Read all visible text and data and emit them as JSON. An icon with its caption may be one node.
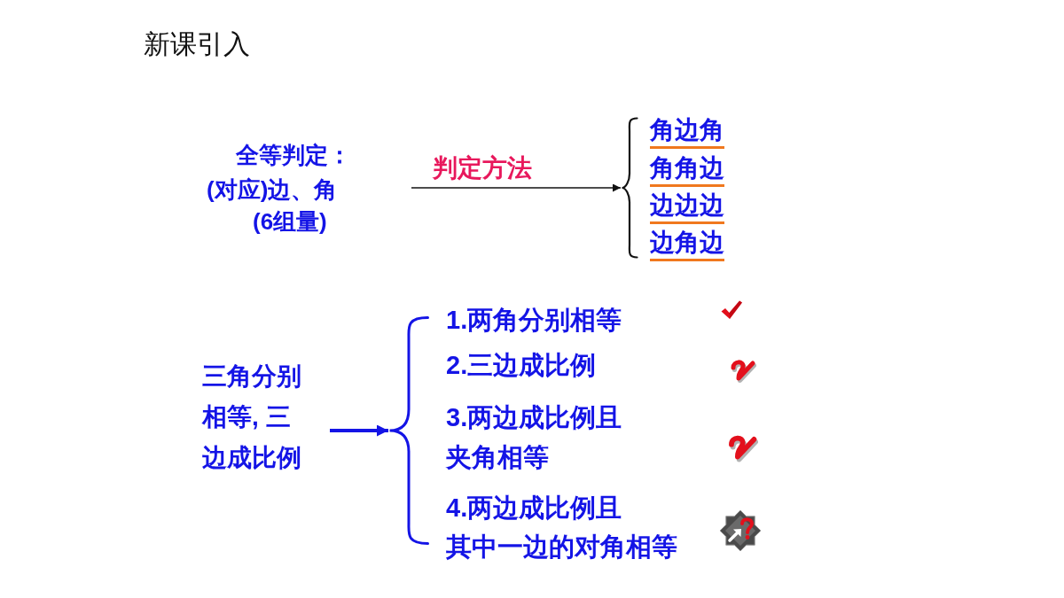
{
  "diagram": {
    "title": "新课引入",
    "nodes": [
      {
        "text": [
          "全等判定：",
          "(对应)边、角",
          "(6组量)"
        ]
      },
      {
        "text": [],
        "shape": "brace",
        "beside": [
          "角边角",
          "角角边",
          "边边边",
          "边角边"
        ]
      },
      {
        "text": [
          "三角分别相等, 三边成比例"
        ]
      },
      {
        "text": [],
        "shape": "brace",
        "beside": [
          "1.两角分别相等",
          "2.三边成比例",
          "3.两边成比例且",
          "夹角相等",
          "4.两边成比例且",
          "其中一边的对角相等"
        ]
      }
    ],
    "edges": [
      {
        "from": 0,
        "to": 1,
        "arrow": "to",
        "label": "判定方法"
      },
      {
        "from": 2,
        "to": 3,
        "arrow": "to",
        "style": "thick",
        "color": "#1414e6"
      }
    ]
  }
}
